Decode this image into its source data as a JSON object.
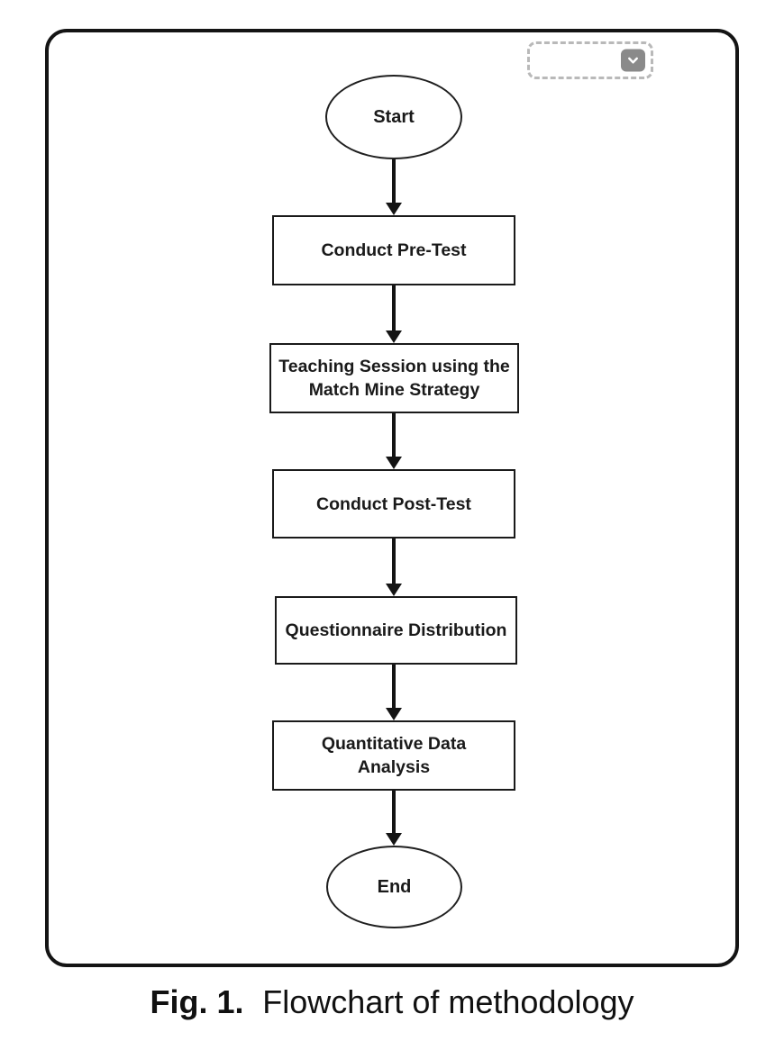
{
  "figure": {
    "caption_prefix": "Fig. 1.",
    "caption_text": "Flowchart of methodology"
  },
  "flowchart": {
    "nodes": [
      {
        "id": "start",
        "shape": "terminator",
        "label": "Start"
      },
      {
        "id": "conduct-pre-test",
        "shape": "process",
        "line1": "Conduct Pre-Test"
      },
      {
        "id": "teaching-session",
        "shape": "process",
        "line1": "Teaching Session using the",
        "line2": "Match Mine Strategy"
      },
      {
        "id": "conduct-post-test",
        "shape": "process",
        "line1": "Conduct Post-Test"
      },
      {
        "id": "questionnaire-distribution",
        "shape": "process",
        "line1": "Questionnaire Distribution"
      },
      {
        "id": "quantitative-data-analysis",
        "shape": "process",
        "line1": "Quantitative Data",
        "line2": "Analysis"
      },
      {
        "id": "end",
        "shape": "terminator",
        "label": "End"
      }
    ],
    "flow_direction": "top-to-bottom",
    "connector_count": 6
  },
  "widget": {
    "icon": "chevron-down"
  },
  "colors": {
    "ink": "#1a1a1a",
    "frame_border": "#141414",
    "widget_border": "#b9b9b9",
    "widget_button": "#8a8a8a",
    "chevron": "#ffffff",
    "background": "#ffffff"
  }
}
